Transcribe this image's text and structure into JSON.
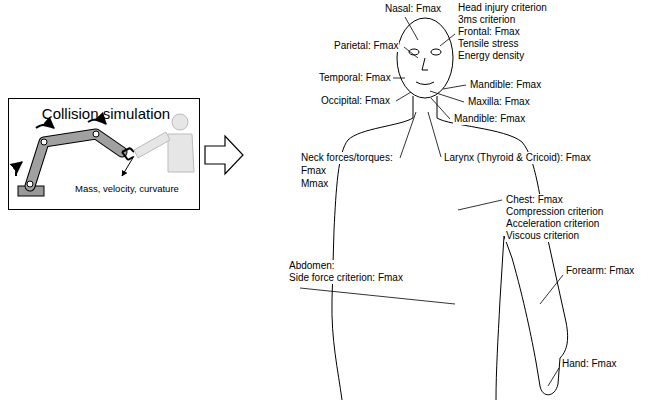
{
  "diagram": {
    "nodes": [
      {
        "text": [
          "Collision simulation",
          "Mass, velocity, curvature"
        ]
      }
    ],
    "labels": [
      "Nasal: Fmax",
      "Head injury criterion",
      "3ms criterion",
      "Frontal: Fmax",
      "Tensile stress",
      "Energy density",
      "Parietal: Fmax",
      "Temporal: Fmax",
      "Occipital: Fmax",
      "Mandible: Fmax",
      "Maxilla: Fmax",
      "Mandible: Fmax",
      "Neck forces/torques:",
      "Fmax",
      "Mmax",
      "Larynx (Thyroid & Cricoid): Fmax",
      "Chest: Fmax",
      "Compression criterion",
      "Acceleration criterion",
      "Viscous criterion",
      "Abdomen:",
      "Side force criterion: Fmax",
      "Forearm: Fmax",
      "Hand: Fmax"
    ]
  }
}
